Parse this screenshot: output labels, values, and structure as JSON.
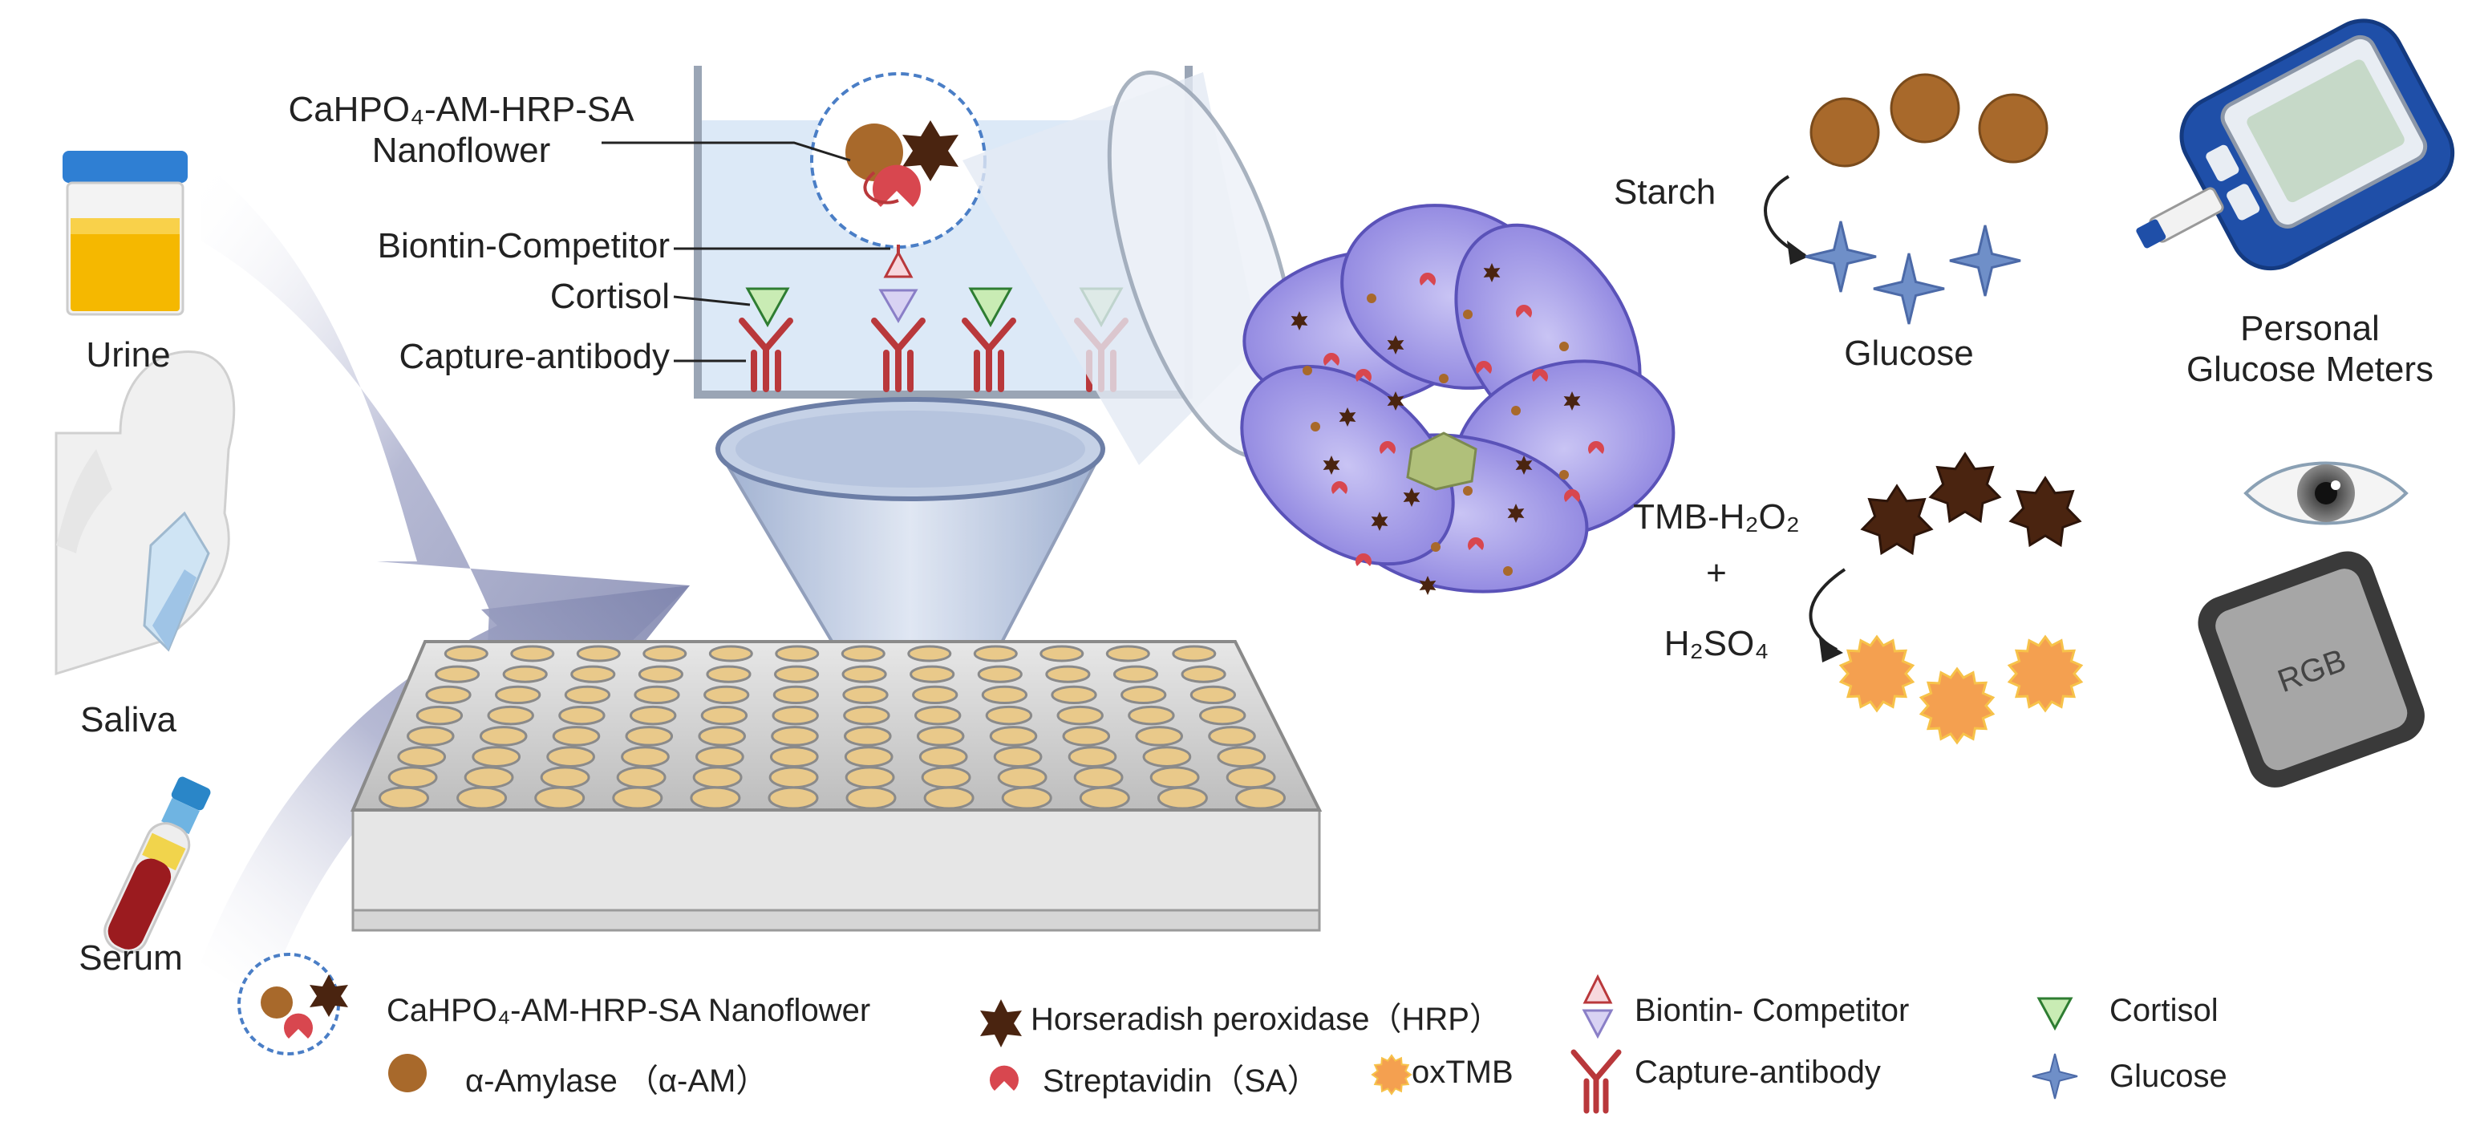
{
  "samples": {
    "urine": "Urine",
    "saliva": "Saliva",
    "serum": "Serum"
  },
  "assay_labels": {
    "nanoflower": "CaHPO₄-AM-HRP-SA\nNanoflower",
    "nanoflower_line1": "CaHPO₄-AM-HRP-SA",
    "nanoflower_line2": "Nanoflower",
    "competitor": "Biontin-Competitor",
    "cortisol": "Cortisol",
    "capture_antibody": "Capture-antibody"
  },
  "reactions": {
    "starch": "Starch",
    "glucose": "Glucose",
    "tmb_line1": "TMB-H₂O₂",
    "plus": "+",
    "h2so4": "H₂SO₄"
  },
  "readouts": {
    "pgm_line1": "Personal",
    "pgm_line2": "Glucose Meters",
    "phone_screen": "RGB"
  },
  "legend": {
    "nanoflower": "CaHPO₄-AM-HRP-SA Nanoflower",
    "amylase": "α-Amylase （α-AM）",
    "hrp": "Horseradish peroxidase（HRP）",
    "streptavidin": "Streptavidin（SA）",
    "oxtmb": "oxTMB",
    "competitor": "Biontin- Competitor",
    "capture_antibody": "Capture-antibody",
    "cortisol": "Cortisol",
    "glucose": "Glucose"
  },
  "colors": {
    "amylase": "#a8692b",
    "hrp": "#4a2410",
    "streptavidin": "#d8474f",
    "oxtmb": "#f4a050",
    "glucose": "#6f8fc8",
    "cortisol": "#c9ecb4",
    "antibody": "#b9383b",
    "arrow": "#8a8fb5",
    "flower": "#9b93e6"
  }
}
